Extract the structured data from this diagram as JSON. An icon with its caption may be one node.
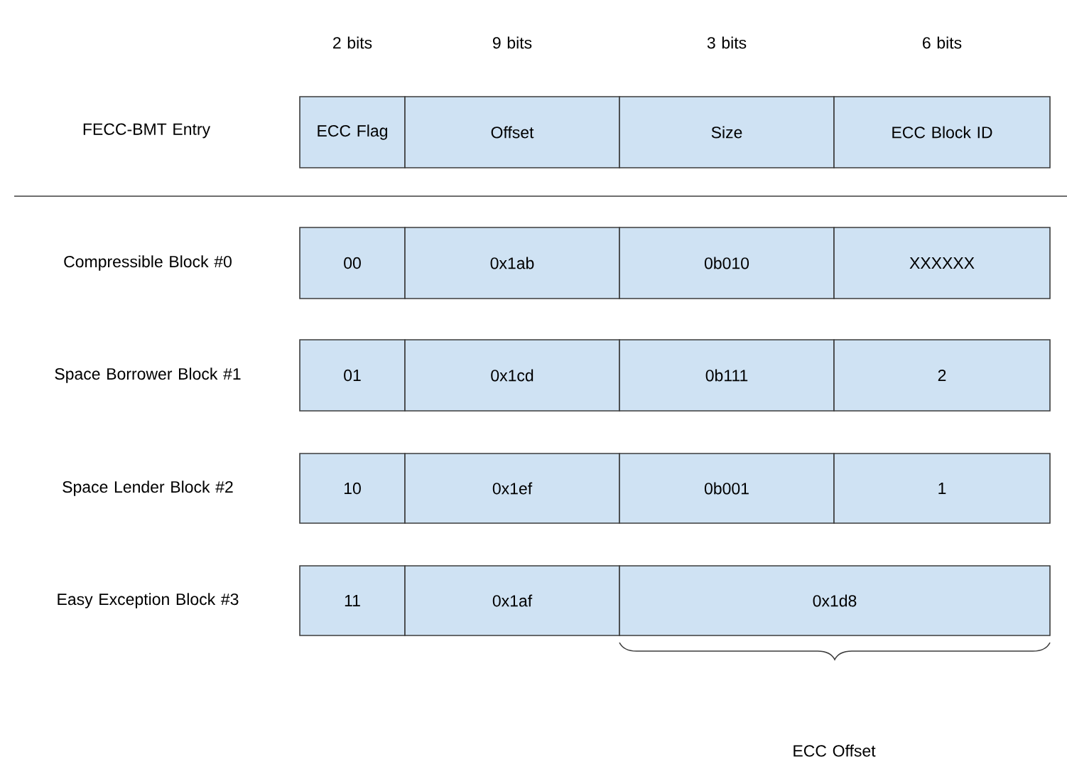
{
  "diagram": {
    "nodes": [
      {
        "text": [
          "ECC Flag"
        ]
      },
      {
        "text": [
          "Offset"
        ]
      },
      {
        "text": [
          "Size"
        ]
      },
      {
        "text": [
          "ECC Block ID"
        ]
      },
      {
        "text": [
          "00"
        ]
      },
      {
        "text": [
          "0x1ab"
        ]
      },
      {
        "text": [
          "0b010"
        ]
      },
      {
        "text": [
          "XXXXXX"
        ]
      },
      {
        "text": [
          "01"
        ]
      },
      {
        "text": [
          "0x1cd"
        ]
      },
      {
        "text": [
          "0b111"
        ]
      },
      {
        "text": [
          "2"
        ]
      },
      {
        "text": [
          "10"
        ]
      },
      {
        "text": [
          "0x1ef"
        ]
      },
      {
        "text": [
          "0b001"
        ]
      },
      {
        "text": [
          "1"
        ]
      },
      {
        "text": [
          "11"
        ]
      },
      {
        "text": [
          "0x1af"
        ]
      },
      {
        "text": [
          "0x1d8"
        ]
      }
    ],
    "labels": [
      "2 bits",
      "9 bits",
      "3 bits",
      "6 bits",
      "FECC-BMT Entry",
      "Compressible Block #0",
      "Space Borrower Block #1",
      "Space Lender Block #2",
      "Easy Exception Block #3",
      "ECC Offset"
    ]
  }
}
